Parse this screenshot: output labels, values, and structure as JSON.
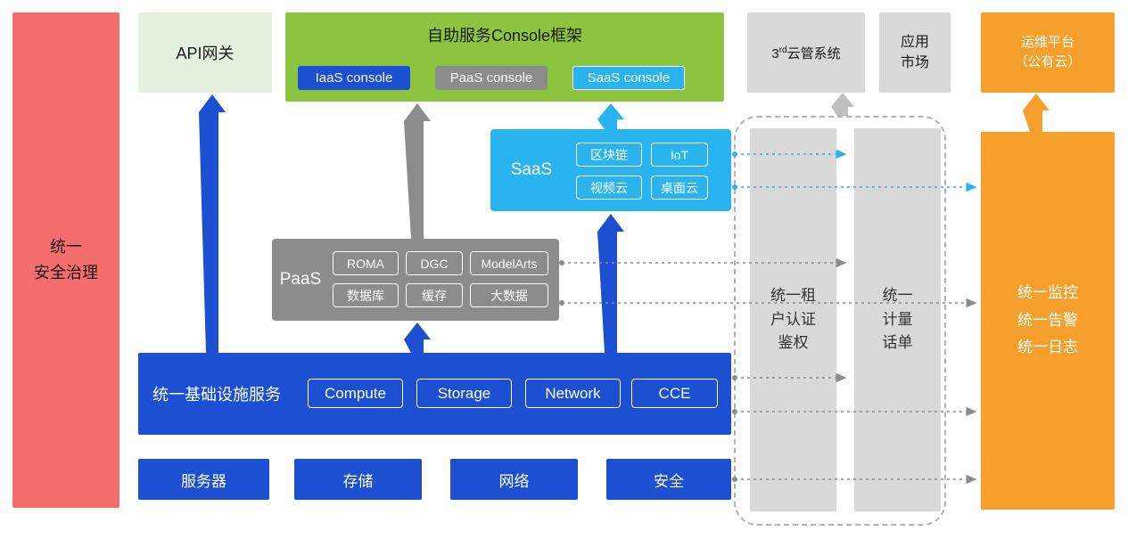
{
  "colors": {
    "security_red": "#f56d6d",
    "api_light_green": "#e4f1e1",
    "console_green": "#8cc440",
    "primary_blue": "#1c4fd2",
    "gray": "#8c8c8c",
    "light_gray": "#d9d9d9",
    "saas_cyan": "#29b4ef",
    "orange": "#f5a02c"
  },
  "security_bar": {
    "line1": "统一",
    "line2": "安全治理"
  },
  "api_gateway": {
    "label": "API网关"
  },
  "console_framework": {
    "title": "自助服务Console框架",
    "iaas_console": "IaaS console",
    "paas_console": "PaaS console",
    "saas_console": "SaaS console"
  },
  "third_party_cloud": {
    "num": "3",
    "sup": "rd",
    "rest": "云管系统"
  },
  "app_market": {
    "line1": "应用",
    "line2": "市场"
  },
  "om_platform": {
    "line1": "运维平台",
    "line2": "（公有云）"
  },
  "saas": {
    "label": "SaaS",
    "items": [
      "区块链",
      "IoT",
      "视频云",
      "桌面云"
    ]
  },
  "paas": {
    "label": "PaaS",
    "items": [
      "ROMA",
      "DGC",
      "ModelArts",
      "数据库",
      "缓存",
      "大数据"
    ]
  },
  "infrastructure": {
    "label": "统一基础设施服务",
    "items": [
      "Compute",
      "Storage",
      "Network",
      "CCE"
    ]
  },
  "hardware": {
    "items": [
      "服务器",
      "存储",
      "网络",
      "安全"
    ]
  },
  "auth_column": {
    "line1": "统一租",
    "line2": "户认证",
    "line3": "鉴权"
  },
  "metering_column": {
    "line1": "统一",
    "line2": "计量",
    "line3": "话单"
  },
  "monitoring_column": {
    "line1": "统一监控",
    "line2": "统一告警",
    "line3": "统一日志"
  }
}
